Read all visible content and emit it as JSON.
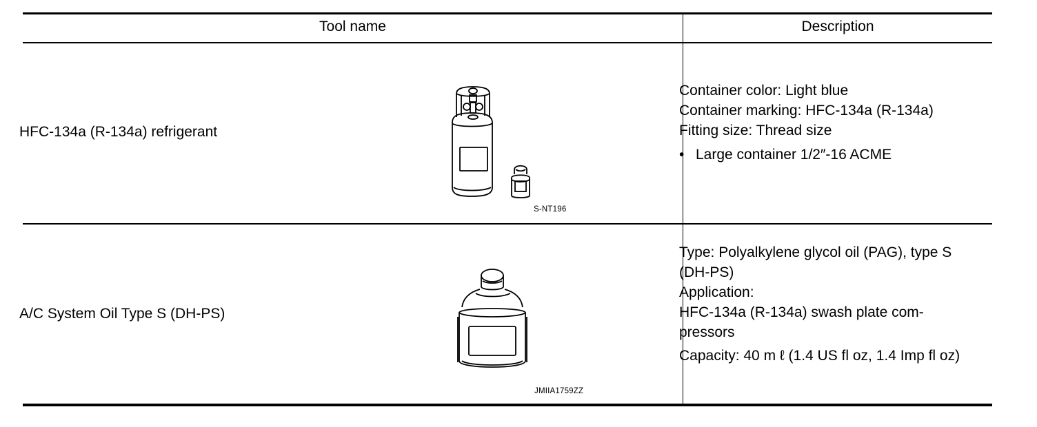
{
  "table": {
    "headers": {
      "tool_name": "Tool name",
      "description": "Description"
    },
    "rows": [
      {
        "tool_name": "HFC-134a (R-134a) refrigerant",
        "image_code": "S-NT196",
        "description": {
          "lines": [
            "Container color: Light blue",
            "Container marking: HFC-134a (R-134a)",
            "Fitting size: Thread size"
          ],
          "bullets": [
            "Large container 1/2″-16 ACME"
          ]
        }
      },
      {
        "tool_name": "A/C System Oil Type S (DH-PS)",
        "image_code": "JMIIA1759ZZ",
        "description": {
          "lines": [
            "Type: Polyalkylene glycol oil (PAG), type S (DH-PS)",
            "Application:",
            "HFC-134a (R-134a) swash plate com-pressors",
            "Capacity: 40 m ℓ (1.4 US fl oz, 1.4 Imp fl oz)"
          ]
        }
      }
    ]
  },
  "icons": [
    "refrigerant-container-illustration",
    "oil-bottle-illustration"
  ]
}
